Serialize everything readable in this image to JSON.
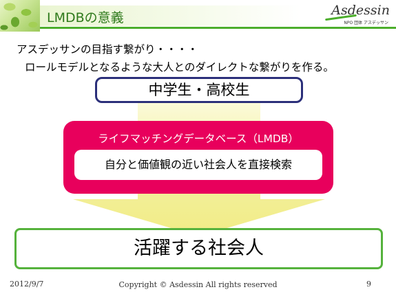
{
  "slide": {
    "title": "LMDBの意義",
    "logo_text": "Asdessin",
    "logo_subtitle": "NPO 団体 アスデッサン",
    "intro_line1": "アスデッサンの目指す繋がり・・・・",
    "intro_line2": "ロールモデルとなるような大人とのダイレクトな繋がりを作る。",
    "top_box_label": "中学生・高校生",
    "middle_box_label": "ライフマッチングデータベース（LMDB）",
    "middle_box_inner_label": "自分と価値観の近い社会人を直接検索",
    "bottom_box_label": "活躍する社会人"
  },
  "footer": {
    "date": "2012/9/7",
    "copyright": "Copyright © Asdessin All rights reserved",
    "page_number": "9"
  },
  "colors": {
    "title_green": "#2f7a1c",
    "accent_green": "#4cae2c",
    "navy_border": "#2b2f7a",
    "pink_box": "#e8005c",
    "arrow_yellow": "#f3f0a0"
  }
}
